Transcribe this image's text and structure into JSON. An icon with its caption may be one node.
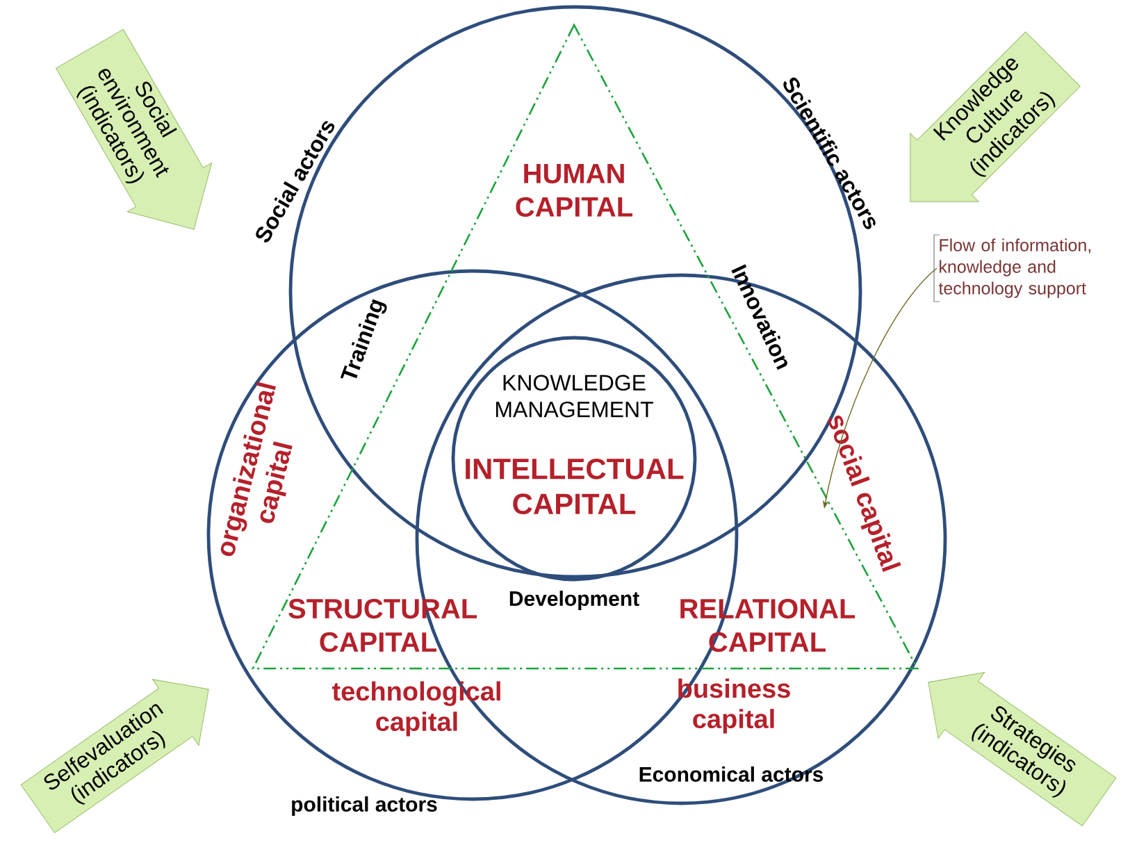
{
  "diagram": {
    "nodes": [
      {
        "text": [
          "HUMAN CAPITAL"
        ]
      },
      {
        "text": [
          "STRUCTURAL CAPITAL"
        ]
      },
      {
        "text": [
          "RELATIONAL CAPITAL"
        ]
      },
      {
        "text": [
          "KNOWLEDGE MANAGEMENT",
          "INTELLECTUAL CAPITAL"
        ]
      },
      {
        "text": [
          "Social environment (indicators)"
        ]
      },
      {
        "text": [
          "Knowledge Culture (indicators)"
        ]
      },
      {
        "text": [
          "Selfevaluation (indicators)"
        ]
      },
      {
        "text": [
          "Strategies (indicators)"
        ]
      },
      {
        "text": [
          "Flow of information, knowledge and technology support"
        ]
      }
    ],
    "edges": [
      {
        "from": 8,
        "to": 2,
        "arrow": "to"
      }
    ],
    "labels": [
      "Social actors",
      "Scientific actors",
      "Training",
      "Innovation",
      "organizational capital",
      "social capital",
      "Development",
      "technological capital",
      "business capital",
      "political actors",
      "Economical actors"
    ]
  }
}
